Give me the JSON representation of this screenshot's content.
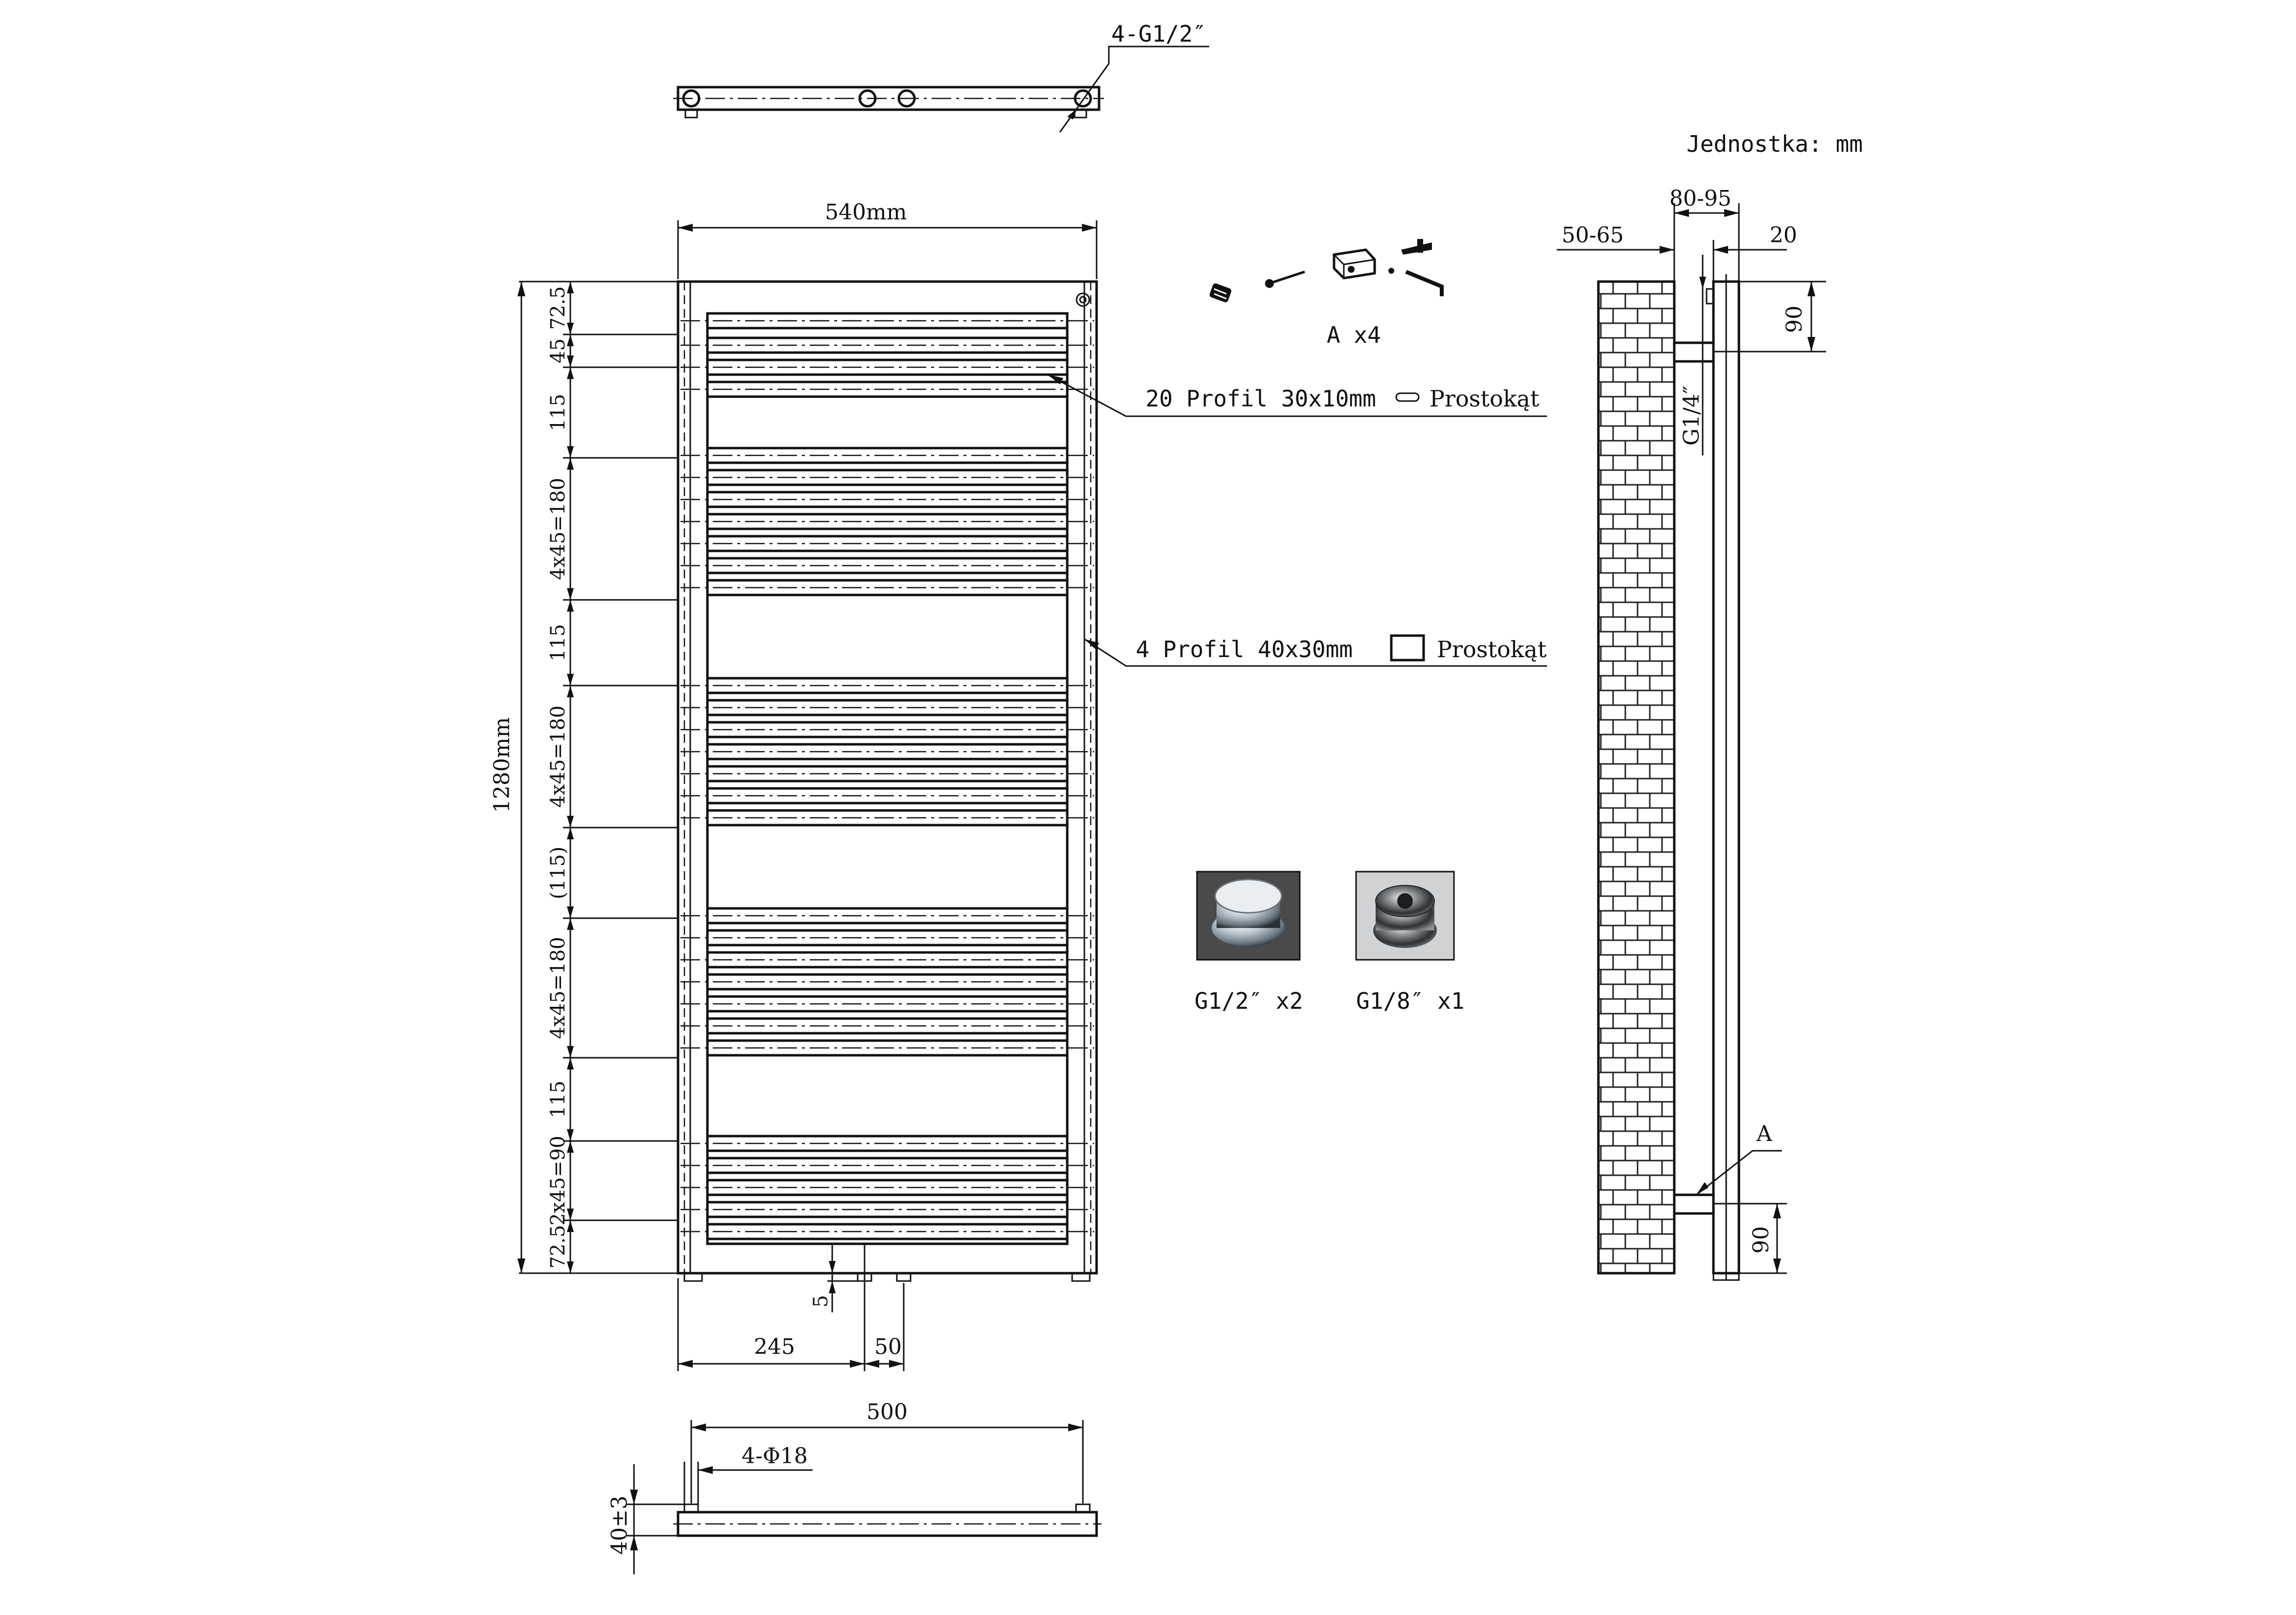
{
  "unit_note": "Jednostka: mm",
  "top_view": {
    "label": "4-G1/2″"
  },
  "front_view": {
    "width_label": "540mm",
    "height_label": "1280mm",
    "segments": [
      "72.5",
      "45",
      "115",
      "4x45=180",
      "115",
      "4x45=180",
      "(115)",
      "4x45=180",
      "115",
      "2x45=90",
      "72.5"
    ],
    "bottom_labels": {
      "offset": "245",
      "spacing": "50",
      "drop": "5"
    }
  },
  "callouts": {
    "small_profile": "20 Profil 30x10mm",
    "small_profile_shape": "Prostokąt",
    "large_profile": "4 Profil 40x30mm",
    "large_profile_shape": "Prostokąt"
  },
  "hardware": {
    "label": "A x4"
  },
  "fittings": [
    {
      "label": "G1/2″ x2"
    },
    {
      "label": "G1/8″ x1"
    }
  ],
  "side_view": {
    "depth_label": "80-95",
    "wall_label": "50-65",
    "tube_label": "20",
    "top_height": "90",
    "bottom_height": "90",
    "port_label": "G1/4″",
    "bracket_label": "A"
  },
  "bottom_view": {
    "width_label": "500",
    "hole_label": "4-Φ18",
    "height_label": "40±3"
  }
}
